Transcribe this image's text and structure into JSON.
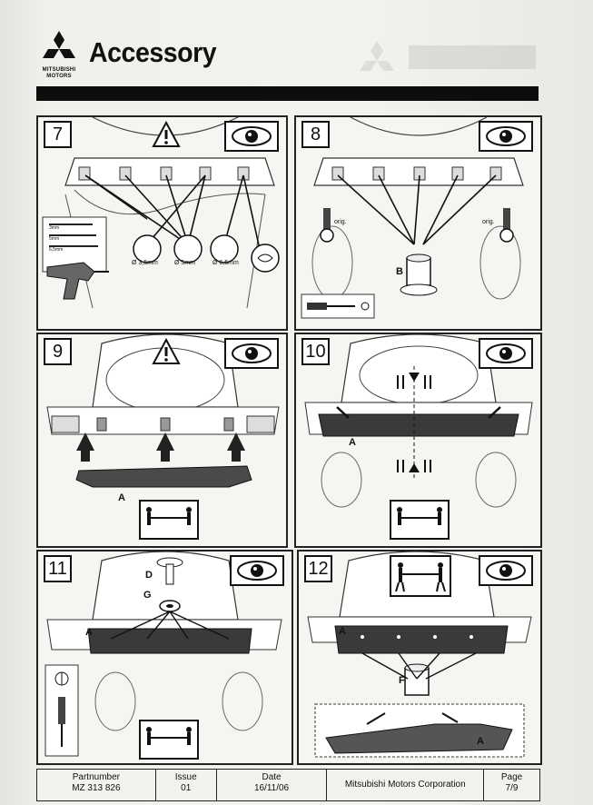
{
  "header": {
    "brand_line1": "MITSUBISHI",
    "brand_line2": "MOTORS",
    "title": "Accessory"
  },
  "panels": [
    {
      "step": "7"
    },
    {
      "step": "8",
      "label_b": "B",
      "label_orig_left": "orig.",
      "label_orig_right": "orig."
    },
    {
      "step": "9",
      "label_a": "A"
    },
    {
      "step": "10",
      "label_a": "A"
    },
    {
      "step": "11",
      "label_d": "D",
      "label_g": "G",
      "label_a": "A"
    },
    {
      "step": "12",
      "label_a": "A",
      "label_f": "F",
      "label_a2": "A"
    }
  ],
  "step7": {
    "drill_sizes": [
      "Ø 3,5mm",
      "Ø 5mm",
      "Ø 6,5mm"
    ],
    "bit_labels": [
      "3mm",
      "5mm",
      "6,5mm"
    ]
  },
  "footer": {
    "partnumber_label": "Partnumber",
    "partnumber_value": "MZ 313 826",
    "issue_label": "Issue",
    "issue_value": "01",
    "date_label": "Date",
    "date_value": "16/11/06",
    "company": "Mitsubishi Motors Corporation",
    "page_label": "Page",
    "page_value": "7/9"
  },
  "colors": {
    "ink": "#111111",
    "paper": "#f3f2ee",
    "bar": "#0d0d0d",
    "bumper": "#3a3a3a"
  }
}
